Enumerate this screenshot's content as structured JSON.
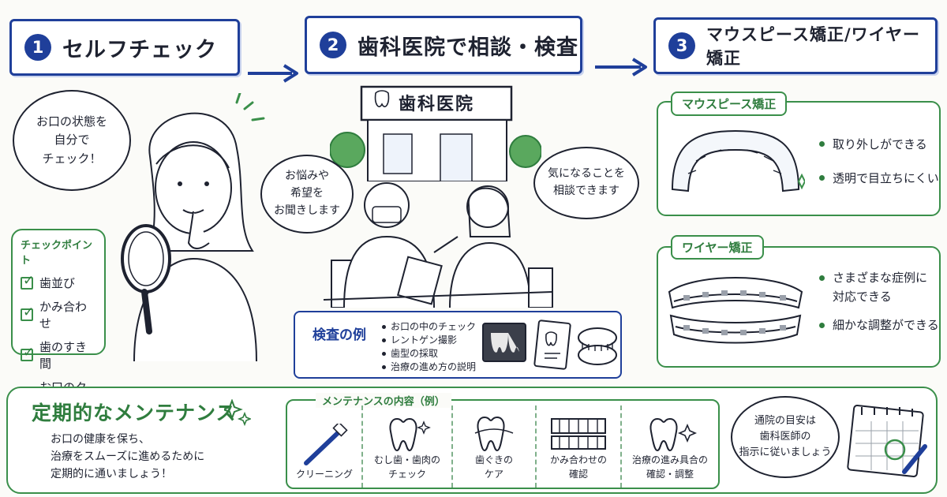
{
  "steps": [
    {
      "num": "1",
      "title": "セルフチェック"
    },
    {
      "num": "2",
      "title": "歯科医院で相談・検査"
    },
    {
      "num": "3",
      "title": "マウスピース矯正/ワイヤー矯正"
    }
  ],
  "self_check": {
    "bubble": [
      "お口の状態を",
      "自分で",
      "チェック！"
    ],
    "points_title": "チェックポイント",
    "points": [
      "歯並び",
      "かみ合わせ",
      "歯のすき間",
      "お口のクセ"
    ]
  },
  "clinic": {
    "sign": "歯科医院",
    "doctor_bubble": [
      "お悩みや",
      "希望を",
      "お聞きします"
    ],
    "patient_bubble": [
      "気になることを",
      "相談できます"
    ],
    "exam_title": "検査の例",
    "exam_items": [
      "お口の中のチェック",
      "レントゲン撮影",
      "歯型の採取",
      "治療の進め方の説明"
    ]
  },
  "treatment": {
    "mouthpiece": {
      "title": "マウスピース矯正",
      "points": [
        "取り外しができる",
        "透明で目立ちにくい"
      ]
    },
    "wire": {
      "title": "ワイヤー矯正",
      "points": [
        "さまざまな症例に",
        "対応できる",
        "細かな調整ができる"
      ]
    }
  },
  "maintenance": {
    "title": "定期的なメンテナンス",
    "desc": [
      "お口の健康を保ち、",
      "治療をスムーズに進めるために",
      "定期的に通いましょう！"
    ],
    "contents_title": "メンテナンスの内容（例）",
    "items": [
      {
        "label": [
          "クリーニング"
        ],
        "icon": "toothbrush-icon"
      },
      {
        "label": [
          "むし歯・歯肉の",
          "チェック"
        ],
        "icon": "tooth-icon"
      },
      {
        "label": [
          "歯ぐきの",
          "ケア"
        ],
        "icon": "gum-icon"
      },
      {
        "label": [
          "かみ合わせの",
          "確認"
        ],
        "icon": "teeth-icon"
      },
      {
        "label": [
          "治療の進み具合の",
          "確認・調整"
        ],
        "icon": "tooth-sparkle-icon"
      }
    ],
    "visit_bubble": [
      "通院の目安は",
      "歯科医師の",
      "指示に従いましょう"
    ]
  },
  "colors": {
    "navy": "#1f3f9a",
    "green": "#3a8f4a",
    "ink": "#1e2230"
  }
}
